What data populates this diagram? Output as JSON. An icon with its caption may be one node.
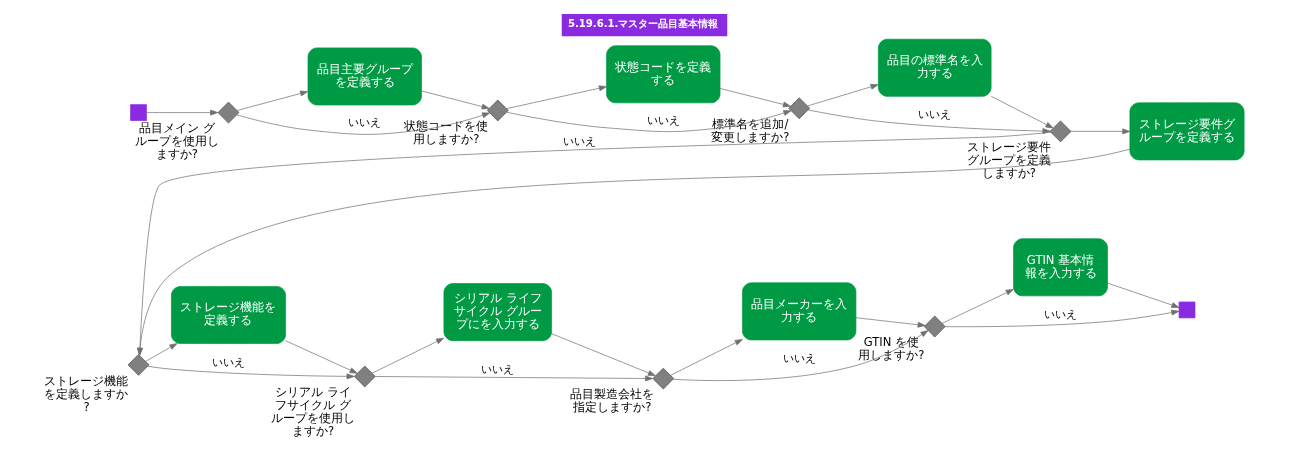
{
  "diagram": {
    "title": "5.19.6.1.マスター品目基本情報",
    "nodes": [
      {
        "text": [],
        "shape": "box"
      },
      {
        "text": [],
        "shape": "diamond",
        "beside": [
          "品目メイン グループを使用しますか?"
        ]
      },
      {
        "text": [
          "品目主要グループを定義する"
        ]
      },
      {
        "text": [],
        "shape": "diamond",
        "beside": [
          "状態コードを使用しますか?"
        ]
      },
      {
        "text": [
          "状態コードを定義する"
        ]
      },
      {
        "text": [],
        "shape": "diamond",
        "beside": [
          "標準名を追加/変更しますか?"
        ]
      },
      {
        "text": [
          "品目の標準名を入力する"
        ]
      },
      {
        "text": [],
        "shape": "diamond",
        "beside": [
          "ストレージ要件グループを定義しますか?"
        ]
      },
      {
        "text": [
          "ストレージ要件グループを定義する"
        ]
      },
      {
        "text": [],
        "shape": "diamond",
        "beside": [
          "ストレージ機能を定義しますか?"
        ]
      },
      {
        "text": [
          "ストレージ機能を定義する"
        ]
      },
      {
        "text": [],
        "shape": "diamond",
        "beside": [
          "シリアル ライフサイクル グループを使用しますか?"
        ]
      },
      {
        "text": [
          "シリアル ライフサイクル グループにを入力する"
        ]
      },
      {
        "text": [],
        "shape": "diamond",
        "beside": [
          "品目製造会社を指定しますか?"
        ]
      },
      {
        "text": [
          "品目メーカーを入力する"
        ]
      },
      {
        "text": [],
        "shape": "diamond",
        "beside": [
          "GTIN を使用しますか?"
        ]
      },
      {
        "text": [
          "GTIN 基本情報を入力する"
        ]
      },
      {
        "text": [],
        "shape": "box"
      }
    ],
    "edges": [
      {
        "from": 0,
        "to": 1,
        "arrow": "to"
      },
      {
        "from": 1,
        "to": 2,
        "arrow": "to"
      },
      {
        "from": 1,
        "to": 3,
        "arrow": "to",
        "label": "いいえ"
      },
      {
        "from": 2,
        "to": 3,
        "arrow": "to"
      },
      {
        "from": 3,
        "to": 4,
        "arrow": "to"
      },
      {
        "from": 3,
        "to": 5,
        "arrow": "to",
        "label": "いいえ"
      },
      {
        "from": 4,
        "to": 5,
        "arrow": "to"
      },
      {
        "from": 5,
        "to": 6,
        "arrow": "to"
      },
      {
        "from": 5,
        "to": 7,
        "arrow": "to",
        "label": "いいえ"
      },
      {
        "from": 6,
        "to": 7,
        "arrow": "to"
      },
      {
        "from": 7,
        "to": 8,
        "arrow": "to"
      },
      {
        "from": 7,
        "to": 9,
        "arrow": "to",
        "label": "いいえ"
      },
      {
        "from": 8,
        "to": 9,
        "arrow": "to"
      },
      {
        "from": 9,
        "to": 10,
        "arrow": "to"
      },
      {
        "from": 9,
        "to": 11,
        "arrow": "to",
        "label": "いいえ"
      },
      {
        "from": 10,
        "to": 11,
        "arrow": "to"
      },
      {
        "from": 11,
        "to": 12,
        "arrow": "to"
      },
      {
        "from": 11,
        "to": 13,
        "arrow": "to",
        "label": "いいえ"
      },
      {
        "from": 12,
        "to": 13,
        "arrow": "to"
      },
      {
        "from": 13,
        "to": 14,
        "arrow": "to"
      },
      {
        "from": 13,
        "to": 15,
        "arrow": "to",
        "label": "いいえ"
      },
      {
        "from": 14,
        "to": 15,
        "arrow": "to"
      },
      {
        "from": 15,
        "to": 16,
        "arrow": "to"
      },
      {
        "from": 15,
        "to": 17,
        "arrow": "to",
        "label": "いいえ"
      },
      {
        "from": 16,
        "to": 17,
        "arrow": "to"
      }
    ]
  }
}
